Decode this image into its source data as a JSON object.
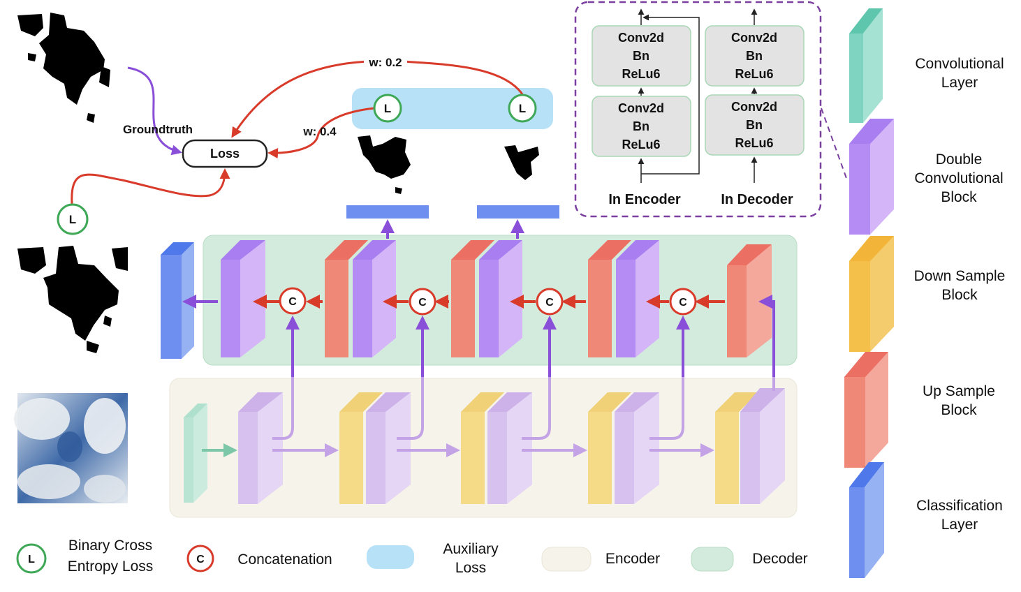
{
  "colors": {
    "conv": "#7fd4c1",
    "double_conv": "#c89cf5",
    "double_conv_side": "#a87ef0",
    "down": "#f5c04a",
    "up": "#f08878",
    "cls": "#7fa1f0",
    "decoder_bg": "#d3ebdc",
    "encoder_bg": "#f6f3ea",
    "aux_bg": "#b7e1f6",
    "red_arrow": "#d93b2b",
    "purple_arrow": "#8a4fd8",
    "loss_green": "#3ea857",
    "concat_red": "#d93b2b"
  },
  "texts": {
    "groundtruth": "Groundtruth",
    "loss": "Loss",
    "w02": "w: 0.2",
    "w04": "w: 0.4",
    "loss_symbol": "L",
    "concat_symbol": "C"
  },
  "inset": {
    "encoder_caption": "In Encoder",
    "decoder_caption": "In Decoder",
    "block_lines": [
      "Conv2d",
      "Bn",
      "ReLu6"
    ]
  },
  "legend_right": [
    {
      "label_lines": [
        "Convolutional",
        "Layer"
      ]
    },
    {
      "label_lines": [
        "Double",
        "Convolutional",
        "Block"
      ]
    },
    {
      "label_lines": [
        "Down Sample",
        "Block"
      ]
    },
    {
      "label_lines": [
        "Up Sample",
        "Block"
      ]
    },
    {
      "label_lines": [
        "Classification",
        "Layer"
      ]
    }
  ],
  "legend_bottom": {
    "bce_lines": [
      "Binary Cross",
      "Entropy Loss"
    ],
    "concat": "Concatenation",
    "aux_lines": [
      "Auxiliary",
      "Loss"
    ],
    "encoder": "Encoder",
    "decoder": "Decoder"
  }
}
